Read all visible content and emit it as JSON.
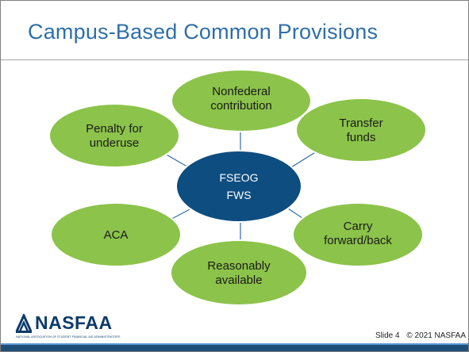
{
  "slide": {
    "title": "Campus-Based Common Provisions",
    "slide_number": "Slide 4",
    "copyright": "© 2021 NASFAA"
  },
  "logo": {
    "wordmark": "NASFAA",
    "tagline": "NATIONAL ASSOCIATION OF STUDENT FINANCIAL AID ADMINISTRATORS",
    "icon": "nasfaa-emblem-icon"
  },
  "diagram": {
    "center": {
      "line1": "FSEOG",
      "line2": "FWS",
      "color": "#0e4d7f"
    },
    "node_color": "#8cc34a",
    "nodes": [
      {
        "id": "nonfederal",
        "lines": [
          "Nonfederal",
          "contribution"
        ]
      },
      {
        "id": "transfer",
        "lines": [
          "Transfer",
          "funds"
        ]
      },
      {
        "id": "carry",
        "lines": [
          "Carry",
          "forward/back"
        ]
      },
      {
        "id": "reasonably",
        "lines": [
          "Reasonably",
          "available"
        ]
      },
      {
        "id": "aca",
        "lines": [
          "ACA"
        ]
      },
      {
        "id": "penalty",
        "lines": [
          "Penalty for",
          "underuse"
        ]
      }
    ]
  }
}
